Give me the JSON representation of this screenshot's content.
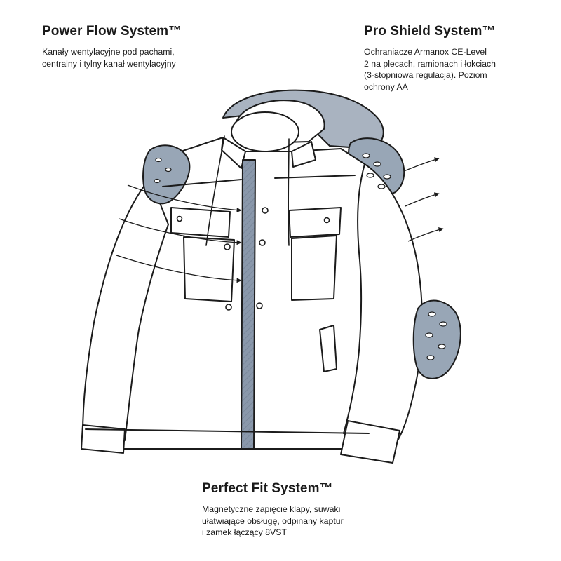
{
  "callouts": {
    "power_flow": {
      "title": "Power Flow System™",
      "lines": [
        "Kanały wentylacyjne pod pachami,",
        "centralny i tylny kanał wentylacyjny"
      ]
    },
    "pro_shield": {
      "title": "Pro Shield System™",
      "lines": [
        "Ochraniacze Armanox CE-Level",
        "2 na plecach, ramionach i łokciach",
        "(3-stopniowa regulacja). Poziom",
        "ochrony AA"
      ]
    },
    "perfect_fit": {
      "title": "Perfect Fit System™",
      "lines": [
        "Magnetyczne zapięcie klapy, suwaki",
        "ułatwiające obsługę, odpinany kaptur",
        "i zamek łączący 8VST"
      ]
    }
  },
  "colors": {
    "outline": "#1b1b1b",
    "protector_fill": "#98a6b6",
    "hood_fill": "#a9b3c0",
    "zip_fill": "#8a98ab",
    "garment_fill": "#ffffff"
  },
  "icons": [
    "jacket-illustration",
    "ventilation-arrow",
    "shield-arrow"
  ]
}
